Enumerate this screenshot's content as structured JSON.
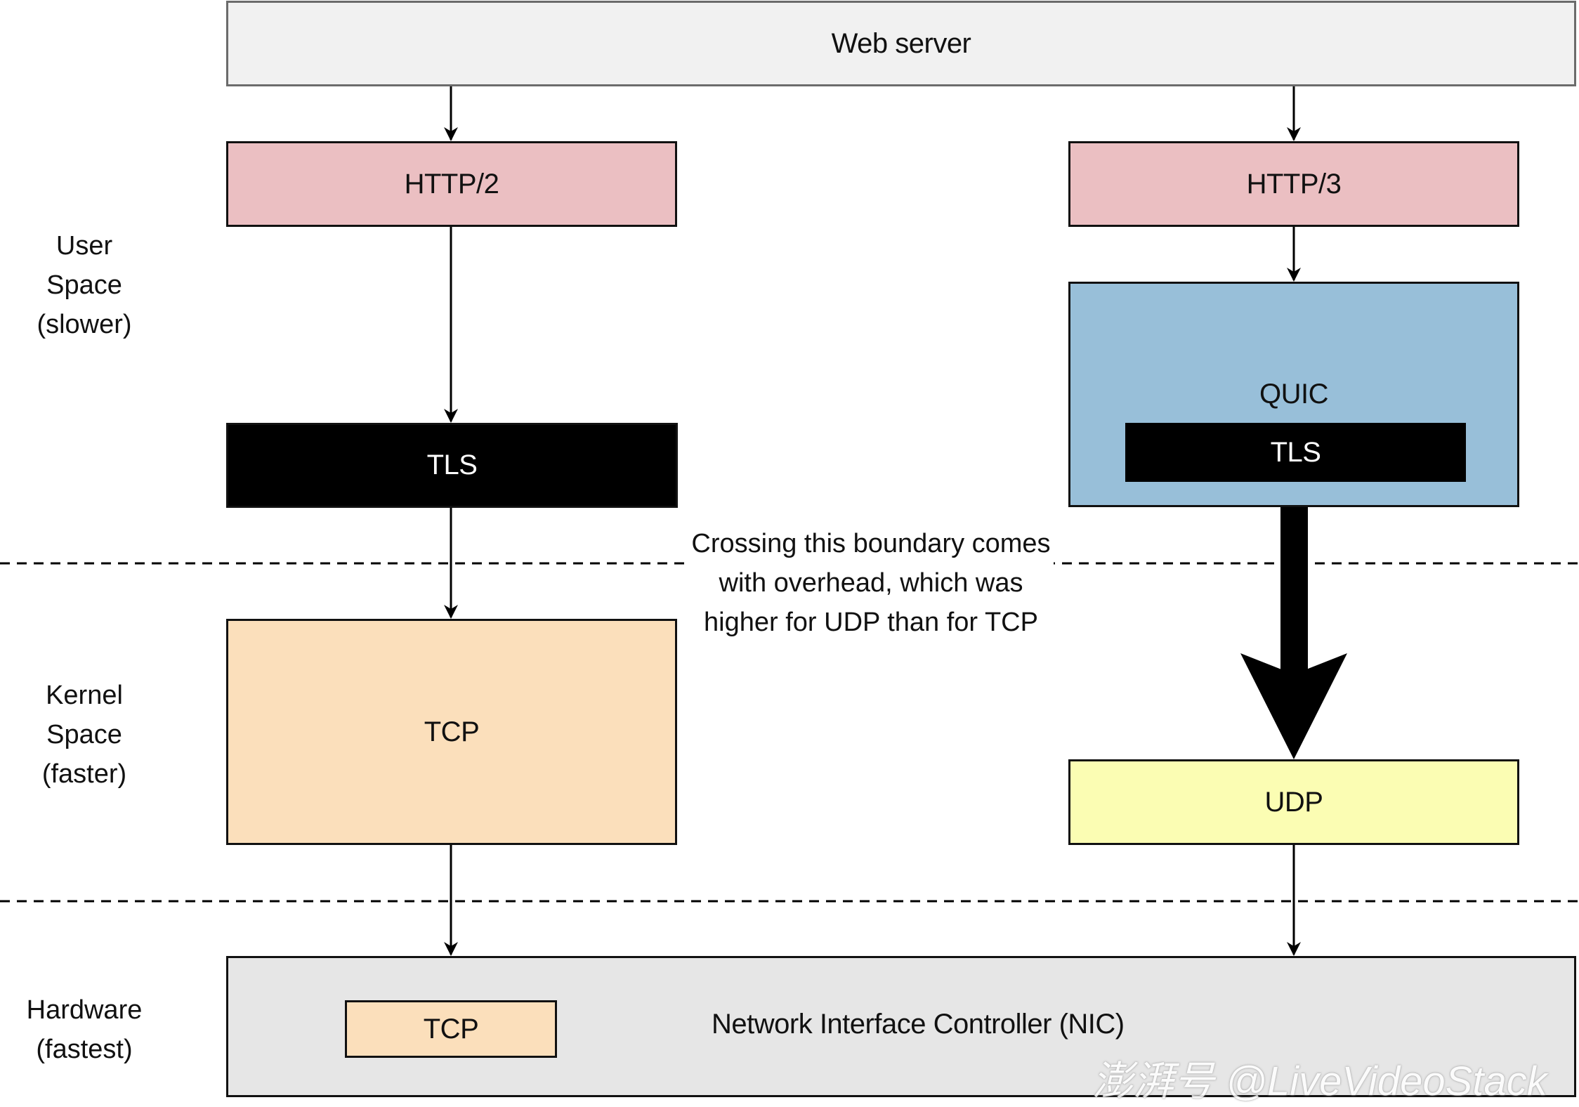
{
  "web_server": "Web server",
  "http2": "HTTP/2",
  "http3": "HTTP/3",
  "tls_left": "TLS",
  "quic": "QUIC",
  "tls_quic": "TLS",
  "tcp_kernel": "TCP",
  "udp": "UDP",
  "nic": "Network Interface Controller (NIC)",
  "tcp_hardware": "TCP",
  "labels": {
    "user_space": "User\nSpace\n(slower)",
    "kernel_space": "Kernel\nSpace\n(faster)",
    "hardware": "Hardware\n(fastest)"
  },
  "boundary_note": "Crossing this boundary comes\nwith overhead, which was\nhigher for UDP than for TCP",
  "watermark": "澎湃号 @LiveVideoStack",
  "colors": {
    "web_server": "#f1f1f1",
    "http": "#ebbfc2",
    "tls": "#000000",
    "quic": "#98bfd9",
    "tcp": "#fbdfbb",
    "udp": "#fbfdb3",
    "nic": "#e6e6e6"
  }
}
